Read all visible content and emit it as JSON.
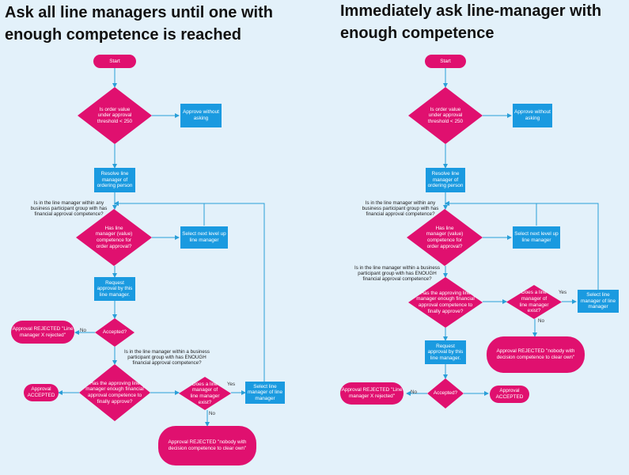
{
  "colors": {
    "background": "#e3f1fa",
    "terminator": "#e0106f",
    "process": "#1a9ae0",
    "connector": "#2a9fd8"
  },
  "left": {
    "title_line1": "Ask all line managers until one with",
    "title_line2": "enough competence is reached",
    "start": "Start",
    "threshold": "Is order value under approval threshold < 250",
    "approve_without": "Approve without asking",
    "resolve": "Resolve line manager of ordering person",
    "note_participant": "Is in the line manager within any business participant group with has financial approval competence?",
    "has_competence": "Has line manager (value) competence for order approval?",
    "select_next_top": "Select next level up line manager",
    "request": "Request approval by this line manager.",
    "accepted": "Accepted?",
    "no1": "No",
    "rejected_lm": "Approval REJECTED \"Line manager X rejected\"",
    "note_enough": "Is in the line manager within a business participant group with has ENOUGH financial approval competence?",
    "enough": "Has the approving line manager enough financial approval competence to finally approve?",
    "accepted_final": "Approval ACCEPTED",
    "exist": "Does a line manager of line manager exist?",
    "yes": "Yes",
    "no2": "No",
    "select_next_right": "Select line manager of line manager",
    "rejected_none": "Approval REJECTED \"nobody with decision competence to clear own\""
  },
  "right": {
    "title_line1": "Immediately ask line-manager with",
    "title_line2": "enough competence",
    "start": "Start",
    "threshold": "Is order value under approval threshold < 250",
    "approve_without": "Approve without asking",
    "resolve": "Resolve line manager of ordering person",
    "note_participant": "Is in the line manager within any business participant group with has financial approval competence?",
    "has_competence": "Has line manager (value) competence for order approval?",
    "select_next_top": "Select next level up line manager",
    "note_enough": "Is in the line manager within a business participant group with has ENOUGH financial approval competence?",
    "enough": "Has the approving line manager enough financial approval competence to finally approve?",
    "exist": "Does a line manager of line manager exist?",
    "yes": "Yes",
    "no_exist": "No",
    "select_lm": "Select line manager of line manager",
    "rejected_none": "Approval REJECTED \"nobody with decision competence to clear own\"",
    "request": "Request approval by this line manager.",
    "accepted": "Accepted?",
    "no": "No",
    "rejected_lm": "Approval REJECTED \"Line manager X rejected\"",
    "accepted_final": "Approval ACCEPTED"
  }
}
